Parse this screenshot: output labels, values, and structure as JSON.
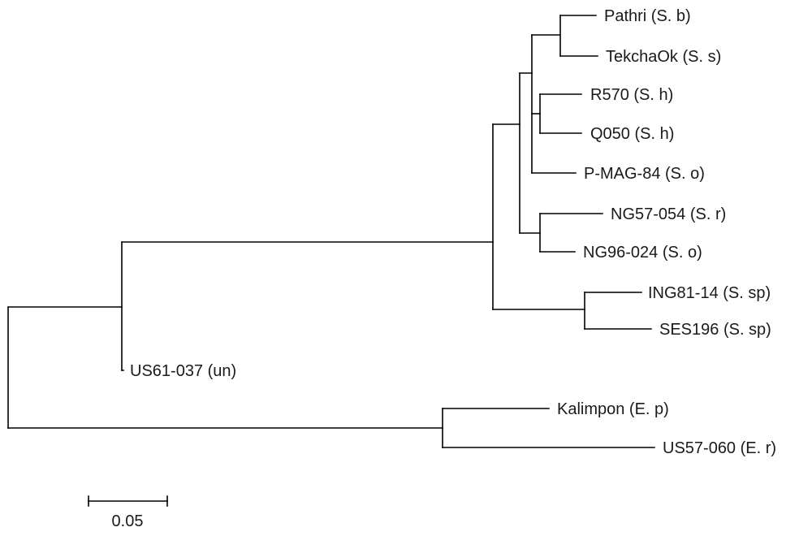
{
  "tree": {
    "taxa": [
      {
        "id": "pathri",
        "label": "Pathri (S. b)"
      },
      {
        "id": "tekchaok",
        "label": "TekchaOk (S. s)"
      },
      {
        "id": "r570",
        "label": "R570 (S. h)"
      },
      {
        "id": "q050",
        "label": "Q050 (S. h)"
      },
      {
        "id": "pmag84",
        "label": "P-MAG-84 (S. o)"
      },
      {
        "id": "ng57054",
        "label": "NG57-054 (S. r)"
      },
      {
        "id": "ng96024",
        "label": "NG96-024 (S. o)"
      },
      {
        "id": "ing8114",
        "label": "ING81-14 (S. sp)"
      },
      {
        "id": "ses196",
        "label": "SES196 (S. sp)"
      },
      {
        "id": "us61037",
        "label": "US61-037 (un)"
      },
      {
        "id": "kalimpon",
        "label": "Kalimpon (E. p)"
      },
      {
        "id": "us57060",
        "label": "US57-060 (E. r)"
      }
    ],
    "scale_bar": {
      "label": "0.05",
      "length": 0.05
    }
  }
}
